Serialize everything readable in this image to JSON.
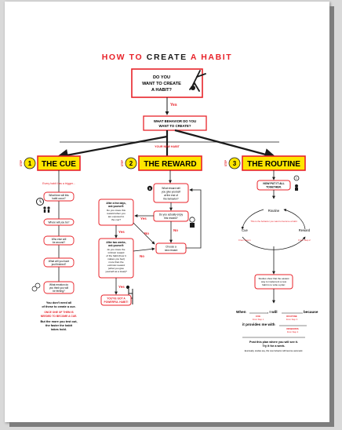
{
  "title": {
    "part1": "HOW TO ",
    "part2": "CREATE ",
    "part3": "A HABIT"
  },
  "start": {
    "line1": "DO YOU",
    "line2": "WANT TO CREATE",
    "line3": "A HABIT?"
  },
  "yes": "Yes",
  "no": "No",
  "behavior": {
    "line1": "WHAT BEHAVIOR DO YOU",
    "line2": "WANT TO CREATE?"
  },
  "new_habit_label": "YOUR NEW HABIT",
  "step_word": "STEP",
  "steps": [
    {
      "number": "1",
      "title": "THE CUE"
    },
    {
      "number": "2",
      "title": "THE REWARD"
    },
    {
      "number": "3",
      "title": "THE ROUTINE"
    }
  ],
  "cue": {
    "intro": "Every habit has a trigger...",
    "q1": {
      "line1": "What time will this",
      "line2": "habit occur?"
    },
    "q2": "Where will you be?",
    "q3": {
      "line1": "Who else will",
      "line2": "be around?"
    },
    "q4": {
      "line1": "What will you have",
      "line2": "just finished?"
    },
    "q5": {
      "line1": "What emotion do",
      "line2": "you think you will",
      "line3": "be feeling?"
    },
    "note1": {
      "line1": "You don't need all",
      "line2": "of these to create a cue."
    },
    "note2": {
      "line1": "ONCE ONE OF THEM IS",
      "line2": "NEEDED TO BECOME A CUE."
    },
    "note3": {
      "line1": "But the more you test out,",
      "line2": "the faster the habit",
      "line3": "takes hold."
    }
  },
  "reward": {
    "r1": {
      "line1": "What reward will",
      "line2": "you give yourself",
      "line3": "at the end of",
      "line4": "the behavior?"
    },
    "enjoy": {
      "line1": "Do you actually enjoy",
      "line2": "this reward?"
    },
    "choose": {
      "line1": "Choose a",
      "line2": "new reward"
    },
    "days": {
      "line1": "After a few days,",
      "line2": "ask yourself:",
      "line3": "Do you crave this",
      "line4": "reward when you",
      "line5": "are exposed to",
      "line6": "the cue?"
    },
    "week": {
      "line1": "After two weeks,",
      "line2": "ask yourself:",
      "line3": "do you crave the",
      "line4": "intrinsic reward",
      "line5": "of the habit (how it",
      "line6": "makes you feel)",
      "line7": "more than the",
      "line8": "extrinsic reward",
      "line9": "(what you give",
      "line10": "yourself as a treat)?"
    },
    "done": {
      "line1": "YOU'VE GOT A",
      "line2": "POWERFUL HABIT!"
    }
  },
  "routine": {
    "put": {
      "line1": "NOW PUT IT ALL",
      "line2": "TOGETHER."
    },
    "cycle": {
      "routine": "Routine",
      "routine_sub": "This is the behavior you want to become a habit",
      "cue": "Cue",
      "cue_sub": "From Step 1",
      "reward": "Reward",
      "reward_sub": "From Step 2"
    },
    "studies": {
      "line1": "Studies show that the easiest",
      "line2": "way to implement a new",
      "line3": "habit is to write a plan:"
    },
    "when": "When",
    "i_will": ", I will",
    "because": "because",
    "cue_under": "CUE",
    "cue_under_sub": "From Step 1",
    "routine_under": "ROUTINE",
    "routine_under_sub": "From Step 3",
    "provides": "it provides me with",
    "rewards_under": "REWARDS",
    "rewards_under_sub": "From Step 2",
    "post": {
      "line1": "Post this plan where you will see it.",
      "line2": "Try it for a week."
    },
    "final": "Eventually, studies say, this new behavior will become automatic."
  },
  "colors": {
    "accent": "#e8232a",
    "yellow": "#fee600",
    "ink": "#1a1a1a"
  }
}
